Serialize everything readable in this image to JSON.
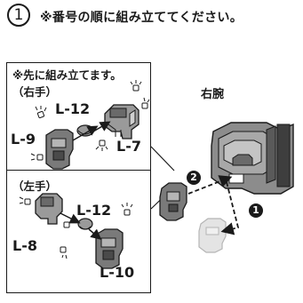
{
  "step": {
    "number": "1",
    "instruction": "※番号の順に組み立ててください。"
  },
  "inset": {
    "title": "※先に組み立てます。",
    "right_hand": {
      "label": "（右手）",
      "parts": [
        "L-12",
        "L-9",
        "L-7"
      ]
    },
    "left_hand": {
      "label": "（左手）",
      "parts": [
        "L-12",
        "L-8",
        "L-10"
      ]
    }
  },
  "main": {
    "label": "右腕",
    "steps": [
      "2",
      "1"
    ]
  },
  "colors": {
    "ink": "#1a1a1a",
    "part_gray": "#8c8c8c",
    "part_dark": "#4a4a4a",
    "ghost": "#c8c8c8"
  }
}
